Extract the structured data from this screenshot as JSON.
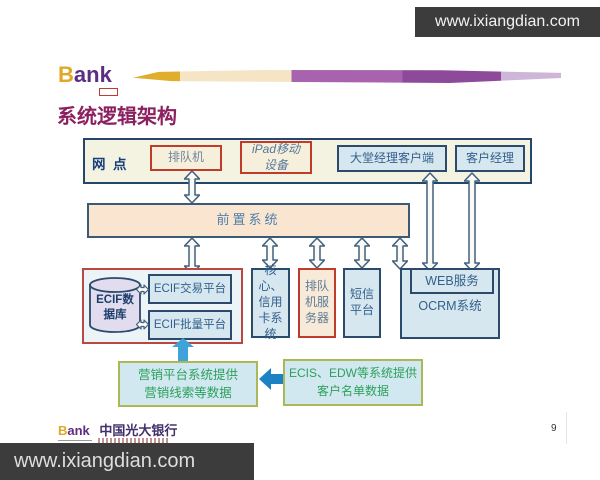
{
  "watermarks": {
    "top": "www.ixiangdian.com",
    "bottom": "www.ixiangdian.com"
  },
  "header": {
    "logo_b": "B",
    "logo_rest": "ank",
    "title": "系统逻辑架构"
  },
  "diagram": {
    "branch": {
      "label": "网  点",
      "queue_machine": "排队机",
      "ipad_device": "iPad移动\n设备",
      "lobby_client": "大堂经理客户端",
      "account_manager": "客户经理"
    },
    "front_system": "前置系统",
    "ecif": {
      "database": "ECIF数\n据库",
      "trade_platform": "ECIF交易平台",
      "batch_platform": "ECIF批量平台"
    },
    "core_card_system": "核心、\n信用\n卡系\n统",
    "queue_server": "排队\n机服\n务器",
    "sms_platform": "短信\n平台",
    "web_service": "WEB服务",
    "ocrm_system": "OCRM系统",
    "marketing_note": "营销平台系统提供\n营销线索等数据",
    "ecis_note": "ECIS、EDW等系统提供\n客户名单数据"
  },
  "footer": {
    "logo_b": "B",
    "logo_rest": "ank",
    "bank_name": "中国光大银行",
    "page_number": "9"
  },
  "colors": {
    "accent_red": "#c13b2a",
    "navy_border": "#2c4a6b",
    "light_blue_fill": "#d7e7f0",
    "peach_fill": "#fae5d0",
    "cream_fill": "#f4f3e1",
    "lavender_fill": "#e2dcef",
    "green_border": "#aab957",
    "green_text": "#2ca05a",
    "solid_arrow_blue": "#3fa3d9",
    "brand_gold": "#dfa826",
    "brand_purple": "#5b2d84",
    "title_color": "#8b2160",
    "watermark_bg": "#3c3c3c"
  }
}
